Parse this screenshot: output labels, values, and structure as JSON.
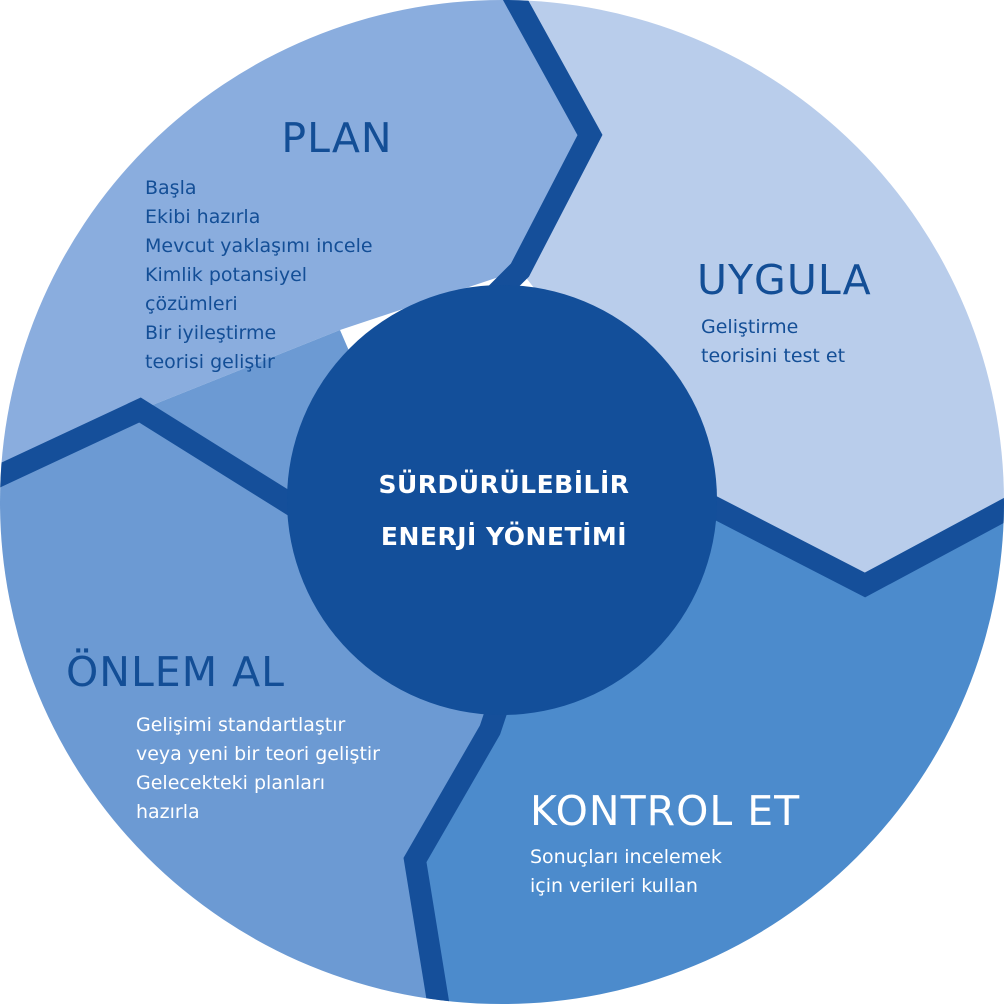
{
  "colors": {
    "plan": "#8aadde",
    "uygula": "#b9cdeb",
    "kontrol": "#4c8bcc",
    "onlem": "#6c9ad3",
    "separator": "#154f9a",
    "hub": "#134f9a",
    "hub_text": "#ffffff",
    "dark_text": "#134e96",
    "light_text": "#ffffff"
  },
  "center": {
    "lines": [
      "SÜRDÜRÜLEBİLİR",
      "ENERJİ YÖNETİMİ"
    ]
  },
  "plan": {
    "title": "PLAN",
    "items": [
      "Başla",
      "Ekibi hazırla",
      "Mevcut yaklaşımı incele",
      "Kimlik potansiyel",
      "çözümleri",
      "Bir iyileştirme",
      "teorisi geliştir"
    ]
  },
  "uygula": {
    "title": "UYGULA",
    "items": [
      "Geliştirme",
      "teorisini test et"
    ]
  },
  "kontrol": {
    "title": "KONTROL ET",
    "items": [
      "Sonuçları incelemek",
      "için verileri kullan"
    ]
  },
  "onlem": {
    "title": "ÖNLEM AL",
    "items": [
      "Gelişimi standartlaştır",
      "veya yeni bir teori geliştir",
      "Gelecekteki planları",
      "hazırla"
    ]
  }
}
